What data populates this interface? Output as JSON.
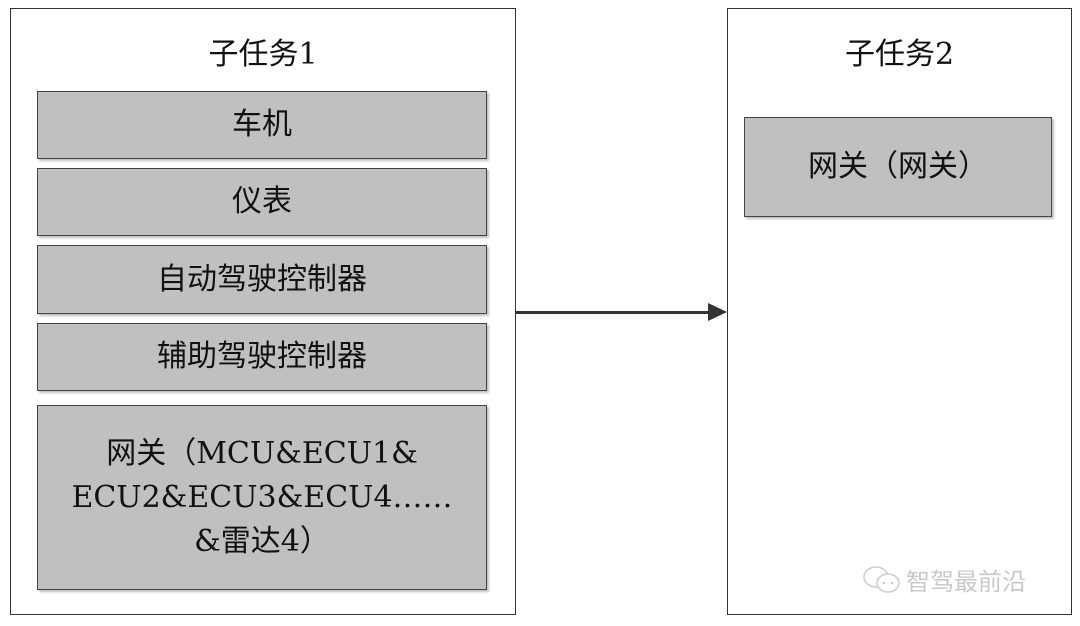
{
  "subtask1": {
    "title": "子任务1",
    "items": [
      "车机",
      "仪表",
      "自动驾驶控制器",
      "辅助驾驶控制器"
    ],
    "gateway_lines": [
      "网关（MCU&ECU1&",
      "ECU2&ECU3&ECU4……",
      "&雷达4）"
    ]
  },
  "subtask2": {
    "title": "子任务2",
    "items": [
      "网关（网关）"
    ]
  },
  "watermark": "智驾最前沿"
}
